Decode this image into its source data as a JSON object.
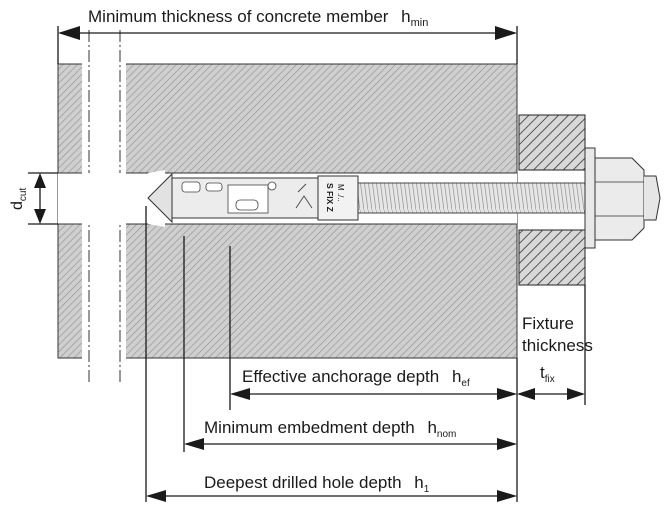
{
  "labels": {
    "hmin": {
      "text": "Minimum thickness of concrete member",
      "sym": "h",
      "sub": "min"
    },
    "dcut": {
      "sym": "d",
      "sub": "cut"
    },
    "fixture": {
      "line1": "Fixture",
      "line2": "thickness"
    },
    "tfix": {
      "sym": "t",
      "sub": "fix"
    },
    "hef": {
      "text": "Effective anchorage depth",
      "sym": "h",
      "sub": "ef"
    },
    "hnom": {
      "text": "Minimum embedment depth",
      "sym": "h",
      "sub": "nom"
    },
    "h1": {
      "text": "Deepest drilled hole depth",
      "sym": "h",
      "sub": "1"
    },
    "marking": {
      "line1": "S FIX Z",
      "line2": "M ./.."
    }
  },
  "colors": {
    "concrete": "#cfcfcf",
    "hatch": "#8a8a8a",
    "steel": "#e4e4e4",
    "line": "#1a1a1a",
    "fixture_hatch": "#333333"
  }
}
